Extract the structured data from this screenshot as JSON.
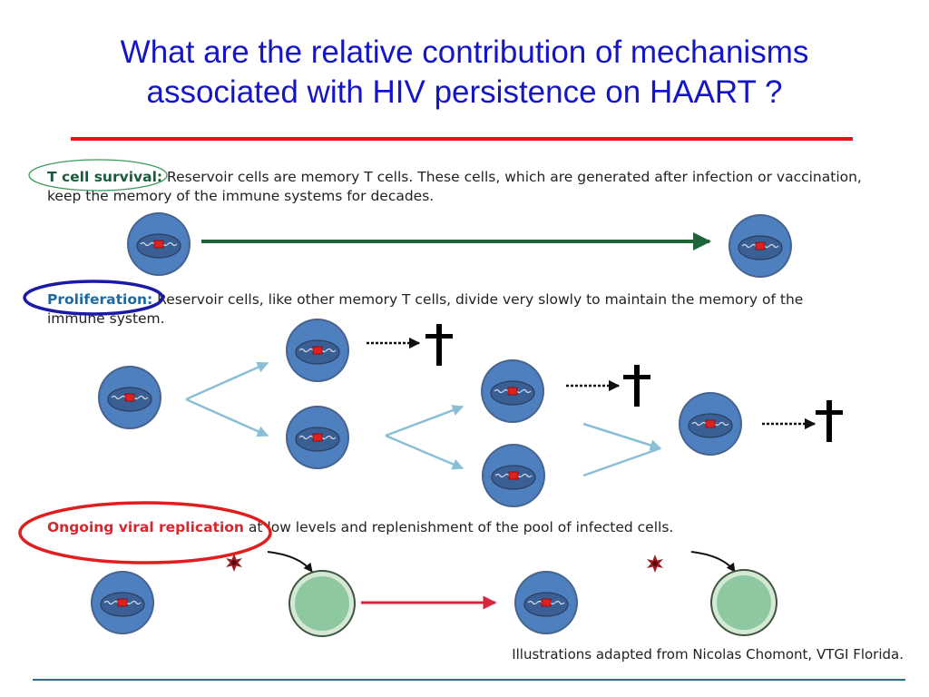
{
  "title": {
    "line1": "What are the relative contribution of mechanisms",
    "line2": "associated with HIV persistence on HAART ?"
  },
  "sections": {
    "survival": {
      "label": "T cell survival:",
      "text": " Reservoir cells are memory T cells. These cells, which are generated after infection or vaccination, keep the memory of the immune systems for decades."
    },
    "proliferation": {
      "label": "Proliferation:",
      "text": " Reservoir cells, like other memory T cells, divide very slowly to maintain the memory of the immune system."
    },
    "replication": {
      "label": "Ongoing viral replication",
      "text": " at low levels and replenishment of the pool of infected cells."
    }
  },
  "credit": "Illustrations adapted from Nicolas Chomont, VTGI Florida.",
  "colors": {
    "title": "#1414c8",
    "rule": "#e8141c",
    "survival_arrow": "#1e6438",
    "replication_arrow": "#d8263c",
    "branch_arrows": "#8bbfd8",
    "infected_cell": "#4e7fbe",
    "uninfected_cell": "#8dc8a0",
    "highlight_green": "#3a9a5a",
    "highlight_blue": "#1a1aa8",
    "highlight_red": "#e01e1e"
  }
}
